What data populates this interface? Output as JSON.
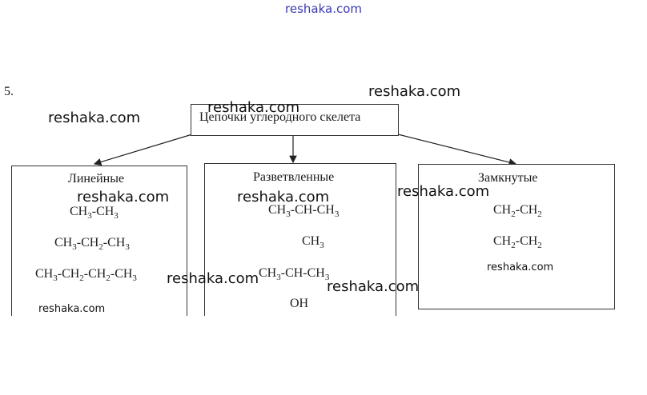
{
  "watermark": "reshaka.com",
  "task_number": "5.",
  "root": {
    "label": "Цепочки углеродного скелета"
  },
  "categories": [
    {
      "title": "Линейные",
      "formulas": [
        [
          "CH",
          "3",
          "-CH",
          "3"
        ],
        [
          "CH",
          "3",
          "-CH",
          "2",
          "-CH",
          "3"
        ],
        [
          "CH",
          "3",
          "-CH",
          "2",
          "-CH",
          "2",
          "-CH",
          "3"
        ]
      ]
    },
    {
      "title": "Разветвленные",
      "formulas": [
        [
          "CH",
          "3",
          "-CH-CH",
          "3"
        ],
        [
          "CH",
          "3"
        ],
        [
          "CH",
          "3",
          "-CH-CH",
          "3"
        ],
        [
          "OH"
        ]
      ]
    },
    {
      "title": "Замкнутые",
      "formulas": [
        [
          "CH",
          "2",
          "-CH",
          "2"
        ],
        [
          "CH",
          "2",
          "-CH",
          "2"
        ]
      ]
    }
  ]
}
